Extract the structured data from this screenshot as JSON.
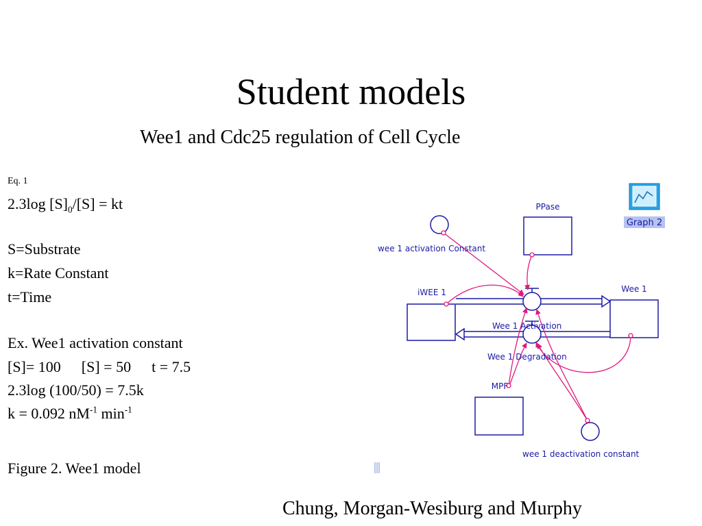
{
  "title": "Student models",
  "subtitle": "Wee1 and Cdc25 regulation of Cell Cycle",
  "left_text": {
    "eq_label": "Eq. 1",
    "eq_part1": "2.3log [S]",
    "eq_sub": "0",
    "eq_part2": "/[S] = kt",
    "s_def": "S=Substrate",
    "k_def": "k=Rate Constant",
    "t_def": "t=Time",
    "example_title": "Ex. Wee1 activation constant",
    "ex_s0": "[S]= 100",
    "ex_s": "[S] = 50",
    "ex_t": "t = 7.5",
    "ex_calc": "2.3log (100/50) = 7.5k",
    "k_result_pre": "k = 0.092 nM",
    "k_exp1": "-1",
    "k_result_mid": " min",
    "k_exp2": "-1",
    "figure_caption": "Figure 2.  Wee1 model"
  },
  "diagram": {
    "labels": {
      "ppase": "PPase",
      "activation_constant": "wee 1 activation Constant",
      "iwee1": "iWEE 1",
      "wee1": "Wee 1",
      "activation_flow": "Wee 1 Activation",
      "degradation_flow": "Wee 1 Degradation",
      "mpf": "MPF",
      "deactivation_constant": "wee 1 deactivation constant",
      "graph": "Graph 2"
    },
    "colors": {
      "stock_blue": "#1a1aa6",
      "connector_pink": "#e0197d",
      "graph_icon": "#2aa3e6"
    },
    "graph_icon": "graph-icon"
  },
  "credit": "Chung, Morgan-Wesiburg and Murphy"
}
